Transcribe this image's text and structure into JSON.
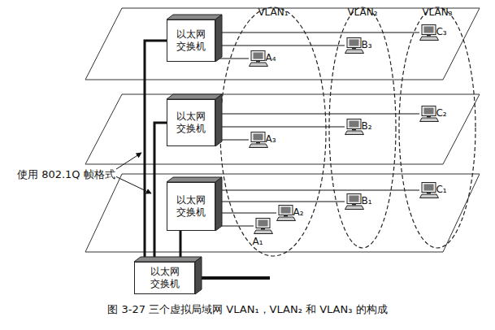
{
  "diagram": {
    "caption": "图 3-27 三个虚拟局域网 VLAN₁，VLAN₂ 和 VLAN₃ 的构成",
    "nodes": [
      {
        "text": [
          "VLAN₁"
        ]
      },
      {
        "text": [
          "VLAN₂"
        ]
      },
      {
        "text": [
          "VLAN₃"
        ]
      },
      {
        "text": [
          "以太网 交换机"
        ]
      },
      {
        "text": [
          "A₄"
        ],
        "in": 0
      },
      {
        "text": [
          "B₃"
        ],
        "in": 1
      },
      {
        "text": [
          "C₃"
        ],
        "in": 2
      },
      {
        "text": [
          "以太网 交换机"
        ]
      },
      {
        "text": [
          "A₃"
        ],
        "in": 0
      },
      {
        "text": [
          "B₂"
        ],
        "in": 1
      },
      {
        "text": [
          "C₂"
        ],
        "in": 2
      },
      {
        "text": [
          "以太网 交换机"
        ]
      },
      {
        "text": [
          "C₁"
        ],
        "in": 2
      },
      {
        "text": [
          "B₁"
        ],
        "in": 1
      },
      {
        "text": [
          "A₂"
        ],
        "in": 0
      },
      {
        "text": [
          "A₁"
        ],
        "in": 0
      },
      {
        "text": [
          "以太网 交换机"
        ]
      }
    ],
    "edges": [
      {
        "from": 3,
        "to": 6,
        "arrow": "none"
      },
      {
        "from": 3,
        "to": 5,
        "arrow": "none"
      },
      {
        "from": 3,
        "to": 4,
        "arrow": "none"
      },
      {
        "from": 7,
        "to": 10,
        "arrow": "none"
      },
      {
        "from": 7,
        "to": 9,
        "arrow": "none"
      },
      {
        "from": 7,
        "to": 8,
        "arrow": "none"
      },
      {
        "from": 11,
        "to": 12,
        "arrow": "none"
      },
      {
        "from": 11,
        "to": 13,
        "arrow": "none"
      },
      {
        "from": 11,
        "to": 14,
        "arrow": "none"
      },
      {
        "from": 11,
        "to": 15,
        "arrow": "none"
      },
      {
        "from": 16,
        "to": 3,
        "arrow": "none"
      },
      {
        "from": 16,
        "to": 7,
        "arrow": "none"
      },
      {
        "from": 16,
        "to": 11,
        "arrow": "none"
      }
    ],
    "labels": [
      "使用 802.1Q 帧格式"
    ]
  }
}
